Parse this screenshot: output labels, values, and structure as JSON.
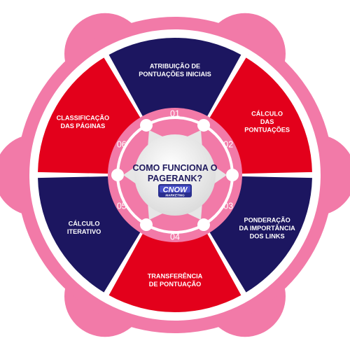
{
  "center": {
    "title_line1": "COMO FUNCIONA O",
    "title_line2": "PAGERANK?",
    "logo_text": "CNOW",
    "logo_subtext": "MARKETING"
  },
  "steps": [
    {
      "number": "01",
      "lines": [
        "ATRIBUIÇÃO DE",
        "PONTUAÇÕES INICIAIS"
      ],
      "color": "#1c1660"
    },
    {
      "number": "02",
      "lines": [
        "CÁLCULO",
        "DAS",
        "PONTUAÇÕES"
      ],
      "color": "#e3001b"
    },
    {
      "number": "03",
      "lines": [
        "PONDERAÇÃO",
        "DA IMPORTÂNCIA",
        "DOS LINKS"
      ],
      "color": "#1c1660"
    },
    {
      "number": "04",
      "lines": [
        "TRANSFERÊNCIA",
        "DE PONTUAÇÃO"
      ],
      "color": "#e3001b"
    },
    {
      "number": "05",
      "lines": [
        "CÁLCULO",
        "ITERATIVO"
      ],
      "color": "#1c1660"
    },
    {
      "number": "06",
      "lines": [
        "CLASSIFICAÇÃO",
        "DAS PÁGINAS"
      ],
      "color": "#e3001b"
    }
  ],
  "colors": {
    "outer_ring": "#f27aa8",
    "white_ring": "#ffffff",
    "inner_ring": "#f27aa8",
    "navy": "#1c1660",
    "red": "#e3001b",
    "center_disc": "#eeeeee"
  }
}
